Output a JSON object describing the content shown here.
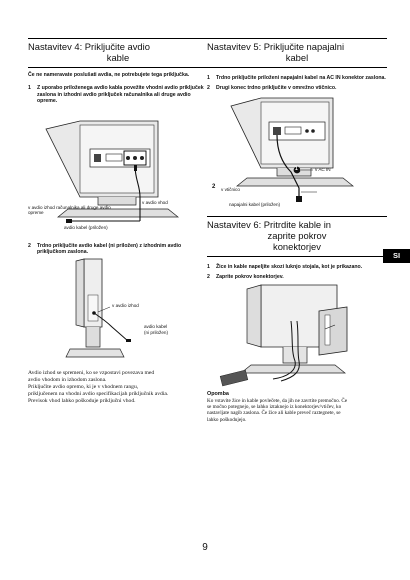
{
  "left": {
    "section4": {
      "title_line1": "Nastavitev 4: Priključite avdio",
      "title_line2": "kable",
      "intro": "Če ne nameravate poslušati avdia, ne potrebujete tega priključka.",
      "step1_num": "1",
      "step1": "Z uporabo priloženega avdio kabla povežite vhodni avdio priključek zaslona in izhodni avdio priključek računalnika ali druge avdio opreme.",
      "fig1_labels": {
        "audio_in": "v avdio vhod",
        "audio_out_computer": "v avdio izhod računalnika ali druge avdio opreme",
        "cable_supplied": "avdio kabel (priložen)"
      },
      "step2_num": "2",
      "step2": "Trdno priključite avdio kabel (ni priložen) z izhodnim avdio priključkom zaslona.",
      "fig2_labels": {
        "audio_out": "v avdio izhod",
        "cable_not_supplied_l1": "avdio kabel",
        "cable_not_supplied_l2": "(ni priložen)"
      },
      "body_lines": [
        "Avdio izhod se spremeni, ko se vzpostavi povezava med",
        "avdio vhodom in izhodom zaslona.",
        "Priključite avdio opremo, ki je v vhodnem rangu,",
        "priključenem na vhodni avdio specifikacijah priključnik avdia.",
        "Previsok vhod lahko poškoduje priključni vhod."
      ]
    }
  },
  "right": {
    "section5": {
      "title_line1": "Nastavitev 5: Priključite napajalni",
      "title_line2": "kabel",
      "step1_num": "1",
      "step1": "Trdno priključite priloženi napajalni kabel na AC IN konektor zaslona.",
      "step2_num": "2",
      "step2": "Drugi konec trdno priključite v omrežno vtičnico.",
      "fig_labels": {
        "callout1": "1",
        "ac_in": "v AC IN",
        "callout2": "2",
        "outlet": "v vtičnico",
        "power_cable": "napajalni kabel (priložen)"
      }
    },
    "section6": {
      "title_line1": "Nastavitev 6: Pritrdite kable in",
      "title_line2": "zaprite pokrov",
      "title_line3": "konektorjev",
      "step1_num": "1",
      "step1": "Žice in kable napeljite skozi luknjo stojala, kot je prikazano.",
      "step2_num": "2",
      "step2": "Zaprite pokrov konektorjev.",
      "note_title": "Opomba",
      "note_lines": [
        "Ko vstavite žice in kable povlečete, da jih ne zavrtite premočno. Če",
        "se močno potegnejo, se lahko iztaknejo iz konektorjev/vtičev, ko",
        "nastavljate nagib zaslona. Če žice ali kable preveč raztegnete, se",
        "lahko poškodujejo."
      ]
    }
  },
  "tab_label": "SI",
  "page_number": "9"
}
